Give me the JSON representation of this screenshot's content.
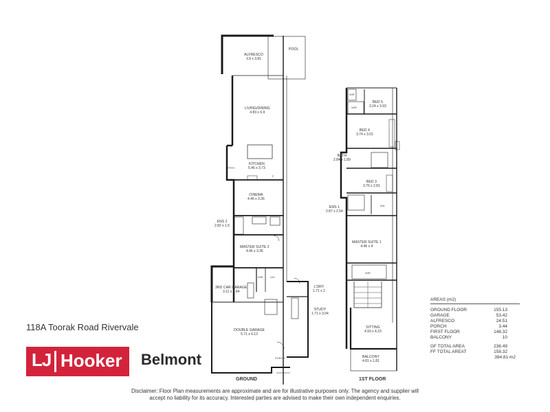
{
  "address": "118A Toorak Road Rivervale",
  "logo": {
    "lj": "LJ",
    "hooker": "Hooker"
  },
  "office": "Belmont",
  "ground": {
    "label": "GROUND",
    "rooms": {
      "pool": "POOL",
      "alfresco": {
        "name": "ALFRESCO",
        "dim": "3.9 x 3.81"
      },
      "living": {
        "name": "LIVING/DINING",
        "dim": "4.83 x 6.9"
      },
      "kitchen": {
        "name": "KITCHEN",
        "dim": "5.46 x 3.73"
      },
      "pantry": "PTRY",
      "fridge": "F",
      "cinema": {
        "name": "CINEMA",
        "dim": "4.46 x 3.36"
      },
      "ens2": {
        "name": "ENS 2",
        "dim": "2.82 x 1.5"
      },
      "master2": {
        "name": "MASTER SUITE 2",
        "dim": "4.46 x 3.36"
      },
      "wir": "WIR",
      "lin": "LIN",
      "garage3": {
        "name": "3RD CAR GARAGE",
        "dim": "3.11 x 3.94"
      },
      "ldry": {
        "name": "L'DRY",
        "dim": "1.71 x 2"
      },
      "study": {
        "name": "STUDY",
        "dim": "1.71 x 3.04"
      },
      "doublegarage": {
        "name": "DOUBLE GARAGE",
        "dim": "5.71 x 6.13"
      },
      "porch": "PORCH"
    }
  },
  "first": {
    "label": "1ST FLOOR",
    "rooms": {
      "bed5": {
        "name": "BED 5",
        "dim": "3.24 x 3.93"
      },
      "wir5": "WIR",
      "bed4": {
        "name": "BED 4",
        "dim": "3.74 x 3.01"
      },
      "wir4": "WIR",
      "bath": {
        "name": "BATH",
        "dim": "2.84 x 1.89"
      },
      "bed3": {
        "name": "BED 3",
        "dim": "3.76 x 2.81"
      },
      "ens1": {
        "name": "ENS 1",
        "dim": "2.87 x 2.54"
      },
      "wil": "WIL",
      "master1": {
        "name": "MASTER SUITE 1",
        "dim": "4.46 x 4"
      },
      "wir1": "WIR",
      "sitting": {
        "name": "SITTING",
        "dim": "4.93 x 4.23"
      },
      "balcony": {
        "name": "BALCONY",
        "dim": "4.81 x 1.81"
      }
    }
  },
  "areas": {
    "title": "AREAS (m2)",
    "rows": [
      {
        "label": "GROUND FLOOR",
        "value": "155.13"
      },
      {
        "label": "GARAGE",
        "value": "53.42"
      },
      {
        "label": "ALFRESCO",
        "value": "24.51"
      },
      {
        "label": "PORCH",
        "value": "3.44"
      },
      {
        "label": "FIRST FLOOR",
        "value": "148.32"
      },
      {
        "label": "BALCONY",
        "value": "10"
      }
    ],
    "totals": [
      {
        "label": "GF TOTAL AREA",
        "value": "236.49"
      },
      {
        "label": "FF TOTAL AREAT",
        "value": "158.32"
      }
    ],
    "grand": "394.81 m2"
  },
  "disclaimer": {
    "line1": "Disclaimer: Floor Plan measurements are approximate and are for illustrative purposes only. The agency and supplier will",
    "line2": "accept no liability for its accuracy. Interested parties are advised to make their own independent enquiries."
  },
  "colors": {
    "brand": "#d3233b",
    "wall": "#1a1a1a"
  }
}
